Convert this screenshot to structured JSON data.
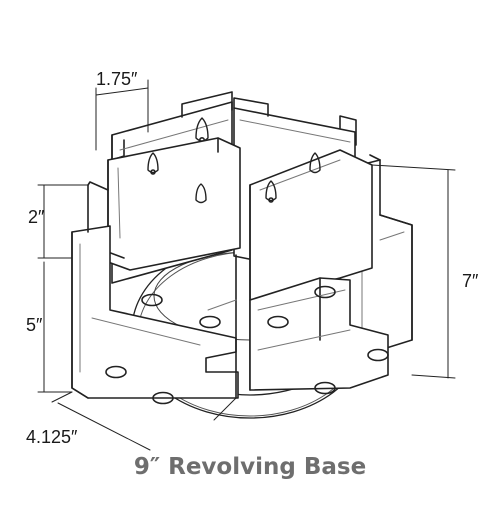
{
  "dimensions": {
    "top_width": "1.75″",
    "upper_height": "2″",
    "lower_height": "5″",
    "total_height": "7″",
    "depth": "4.125″"
  },
  "caption": "9″ Revolving Base"
}
